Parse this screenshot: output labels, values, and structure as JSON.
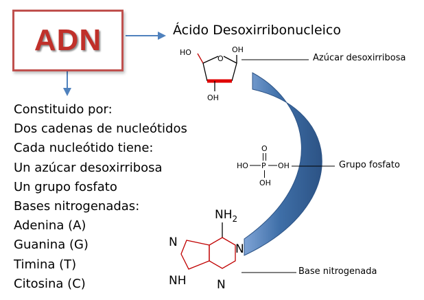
{
  "title": {
    "label": "ADN"
  },
  "full_name": "Ácido Desoxirribonucleico",
  "composition": {
    "heading": "Constituido por:",
    "items": [
      "Dos cadenas de nucleótidos",
      "Cada nucleótido tiene:",
      "Un azúcar desoxirribosa",
      "Un grupo fosfato",
      "Bases nitrogenadas:",
      "Adenina (A)",
      "Guanina (G)",
      "Timina (T)",
      "Citosina (C)"
    ]
  },
  "components": {
    "sugar": {
      "label": "Azúcar desoxirribosa",
      "atoms": {
        "ho_left": "HO",
        "oxygen": "O",
        "oh_right": "OH",
        "oh_bottom": "OH"
      }
    },
    "phosphate": {
      "label": "Grupo fosfato",
      "atoms": {
        "o_top": "O",
        "ho_left": "HO",
        "p": "P",
        "oh_right": "OH",
        "oh_bottom": "OH"
      }
    },
    "base": {
      "label": "Base nitrogenada",
      "atoms": {
        "nh2": "NH",
        "nh2_sub": "2",
        "n_left": "N",
        "n_right": "N",
        "nh": "NH",
        "n_bottom": "N"
      }
    }
  },
  "colors": {
    "title_border": "#c0504d",
    "title_text": "#c0302a",
    "arrow": "#4f81bd",
    "arc": "#3f6fa8",
    "base_ring": "#c00000",
    "sugar_bond_highlight": "#e00000"
  }
}
